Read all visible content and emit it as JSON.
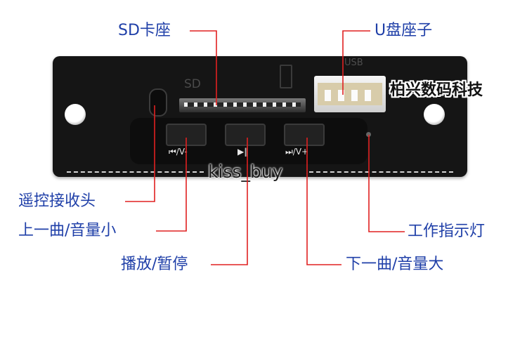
{
  "board": {
    "sd_marking": "SD",
    "usb_marking": "USB",
    "watermark": "柏兴数码科技",
    "shop_watermark": "kiss_buy",
    "buttons": [
      {
        "label": "⏮/V-"
      },
      {
        "label": "▶‖"
      },
      {
        "label": "⏭/V+"
      }
    ]
  },
  "callouts": {
    "sd_slot": "SD卡座",
    "usb_port": "U盘座子",
    "ir_receiver": "遥控接收头",
    "prev_vol_down": "上一曲/音量小",
    "play_pause": "播放/暂停",
    "next_vol_up": "下一曲/音量大",
    "status_led": "工作指示灯"
  },
  "colors": {
    "callout_text": "#1f3fa8",
    "leader_line": "#e02020",
    "board": "#151515"
  }
}
